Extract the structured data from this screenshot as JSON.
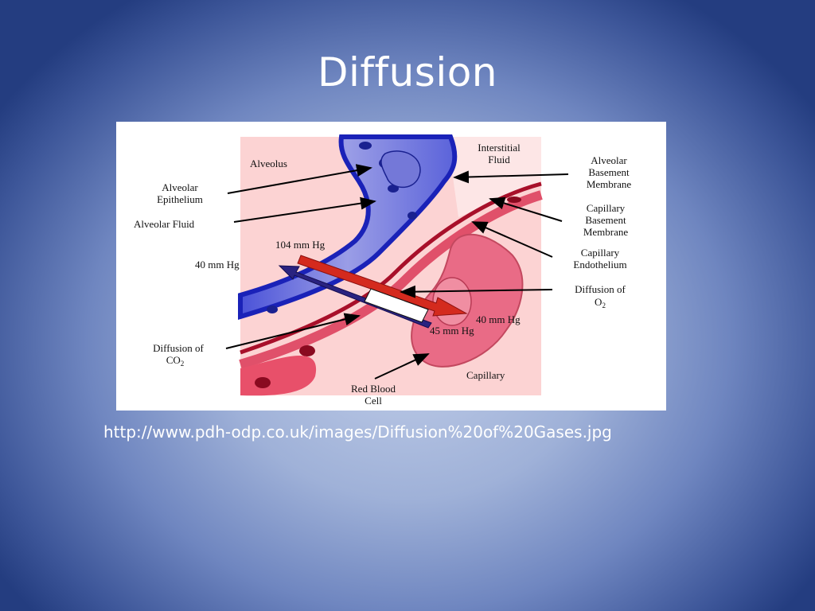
{
  "slide": {
    "title": "Diffusion",
    "source_url": "http://www.pdh-odp.co.uk/images/Diffusion%20of%20Gases.jpg"
  },
  "diagram": {
    "labels": {
      "alveolus": "Alveolus",
      "interstitial_1": "Interstitial",
      "interstitial_2": "Fluid",
      "alv_epithelium_1": "Alveolar",
      "alv_epithelium_2": "Epithelium",
      "alv_fluid": "Alveolar Fluid",
      "alv_basement_1": "Alveolar",
      "alv_basement_2": "Basement",
      "alv_basement_3": "Membrane",
      "cap_basement_1": "Capillary",
      "cap_basement_2": "Basement",
      "cap_basement_3": "Membrane",
      "cap_endothelium_1": "Capillary",
      "cap_endothelium_2": "Endothelium",
      "p_104": "104 mm Hg",
      "p_40_left": "40 mm Hg",
      "p_40_right": "40 mm Hg",
      "p_45": "45 mm Hg",
      "diff_o2_1": "Diffusion of",
      "diff_o2_2": "O",
      "diff_o2_sub": "2",
      "diff_co2_1": "Diffusion of",
      "diff_co2_2": "CO",
      "diff_co2_sub": "2",
      "rbc_1": "Red Blood",
      "rbc_2": "Cell",
      "capillary": "Capillary"
    },
    "colors": {
      "o2_arrow": "#d42a1e",
      "co2_arrow": "#2a2380",
      "alveolar_wall": "#2030c8",
      "alveolar_fluid": "#8a8ee0",
      "capillary_wall": "#d0485e",
      "background_tissue": "#fcd3d3"
    }
  }
}
